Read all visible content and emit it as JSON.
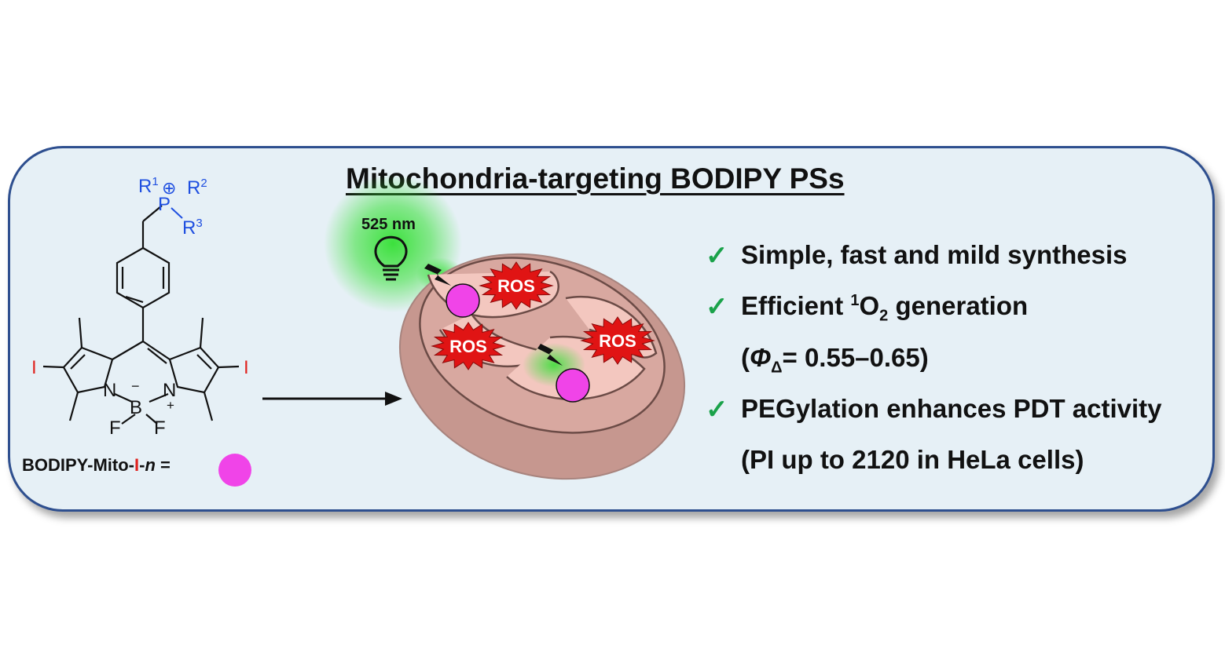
{
  "title": "Mitochondria-targeting BODIPY PSs",
  "light": {
    "wavelength": "525 nm",
    "color": "#33e033"
  },
  "molecule": {
    "label_prefix": "BODIPY-Mito-",
    "label_iodine": "I",
    "label_dash": "-",
    "label_n": "n",
    "label_equals": "=",
    "atoms": {
      "R1": "R",
      "R1_sup": "1",
      "R2": "R",
      "R2_sup": "2",
      "R3": "R",
      "R3_sup": "3",
      "P": "P",
      "plus_circle": "⊕",
      "N_left": "N",
      "N_right": "N",
      "B": "B",
      "B_minus": "−",
      "N_plus": "+",
      "F_left": "F",
      "F_right": "F",
      "I_left": "I",
      "I_right": "I"
    },
    "colors": {
      "phosphonium": "#1f4fe0",
      "iodine": "#e0231f",
      "dot": "#f044e8"
    }
  },
  "ros": {
    "label": "ROS",
    "color": "#e01414"
  },
  "bullets": [
    {
      "check": "✓",
      "text": "Simple, fast and mild synthesis"
    },
    {
      "check": "✓",
      "pre": "Efficient ",
      "sup": "1",
      "mid": "O",
      "sub": "2",
      "post": " generation"
    },
    {
      "open": "(",
      "phi": "Φ",
      "delta": "Δ",
      "value": "= 0.55–0.65)"
    },
    {
      "check": "✓",
      "text": "PEGylation enhances PDT activity"
    },
    {
      "text": "(PI up to 2120 in HeLa cells)"
    }
  ]
}
